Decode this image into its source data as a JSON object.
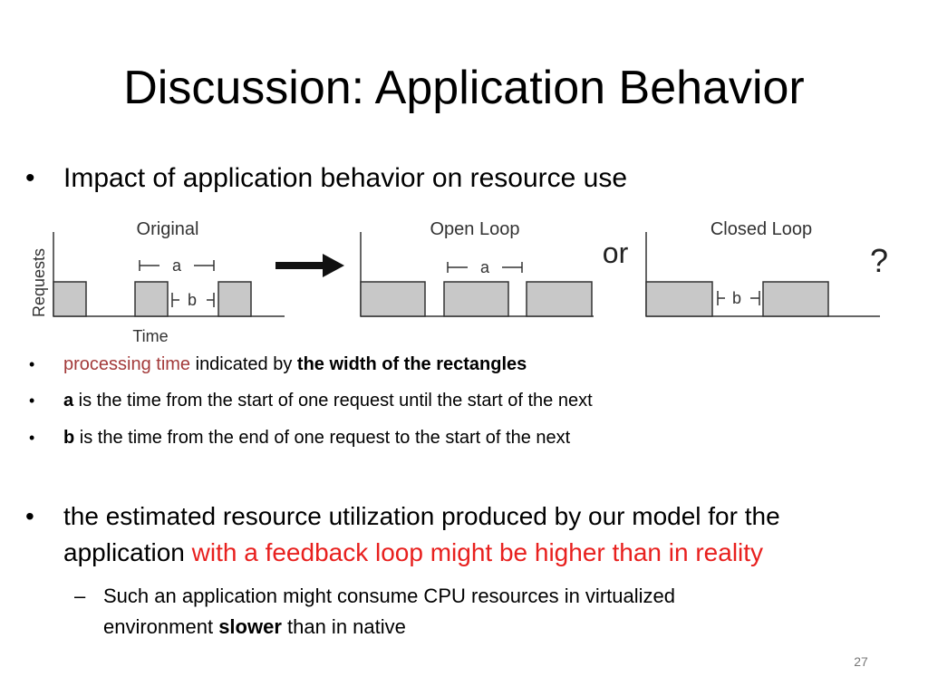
{
  "slide": {
    "title": "Discussion: Application Behavior",
    "page_number": "27"
  },
  "bullets": {
    "b1": "Impact of application behavior on resource use",
    "b2_pre": "processing time",
    "b2_mid": " indicated by ",
    "b2_bold": "the width of the rectangles",
    "b3_bold": "a",
    "b3_rest": " is the time from the start of one request until the start of the next",
    "b4_bold": "b",
    "b4_rest": " is the time from the end of one request to the start of the next",
    "b5_line1": "the estimated resource utilization produced by our model for the",
    "b5_line2_pre": "application ",
    "b5_line2_red": "with a feedback loop might be higher than in reality",
    "sub_line1": "Such an application might consume CPU resources in virtualized",
    "sub_line2_pre": "environment ",
    "sub_line2_bold": "slower",
    "sub_line2_post": " than in native"
  },
  "figure": {
    "y_axis_label": "Requests",
    "x_axis_label": "Time",
    "panel1_title": "Original",
    "panel2_title": "Open Loop",
    "panel3_title": "Closed Loop",
    "or_text": "or",
    "question_mark": "?",
    "a_label": "a",
    "b_label": "b",
    "box_color": "#c8c8c8"
  }
}
